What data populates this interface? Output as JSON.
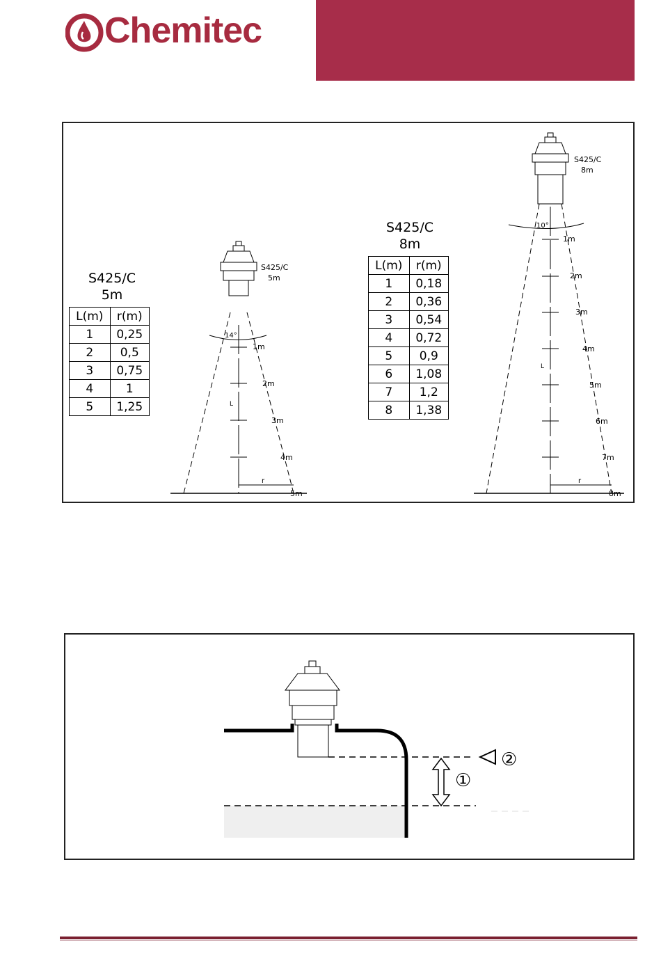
{
  "header": {
    "brand": "Chemitec",
    "brand_color": "#a72b40",
    "banner_color": "#a72d4a",
    "logo_icon": "flame-drop-icon"
  },
  "figure_beam": {
    "sensor5": {
      "model": "S425/C",
      "range": "5m",
      "angle": "14°",
      "distance_labels": [
        "1m",
        "2m",
        "3m",
        "4m",
        "5m"
      ],
      "axis_L": "L",
      "axis_r": "r"
    },
    "sensor8": {
      "model": "S425/C",
      "range": "8m",
      "angle": "10°",
      "distance_labels": [
        "1m",
        "2m",
        "3m",
        "4m",
        "5m",
        "6m",
        "7m",
        "8m"
      ],
      "axis_L": "L",
      "axis_r": "r"
    },
    "table5": {
      "title_line1": "S425/C",
      "title_line2": "5m",
      "headers": [
        "L(m)",
        "r(m)"
      ],
      "rows": [
        [
          "1",
          "0,25"
        ],
        [
          "2",
          "0,5"
        ],
        [
          "3",
          "0,75"
        ],
        [
          "4",
          "1"
        ],
        [
          "5",
          "1,25"
        ]
      ]
    },
    "table8": {
      "title_line1": "S425/C",
      "title_line2": "8m",
      "headers": [
        "L(m)",
        "r(m)"
      ],
      "rows": [
        [
          "1",
          "0,18"
        ],
        [
          "2",
          "0,36"
        ],
        [
          "3",
          "0,54"
        ],
        [
          "4",
          "0,72"
        ],
        [
          "5",
          "0,9"
        ],
        [
          "6",
          "1,08"
        ],
        [
          "7",
          "1,2"
        ],
        [
          "8",
          "1,38"
        ]
      ]
    }
  },
  "figure_install": {
    "marker1": "①",
    "marker2": "②"
  }
}
